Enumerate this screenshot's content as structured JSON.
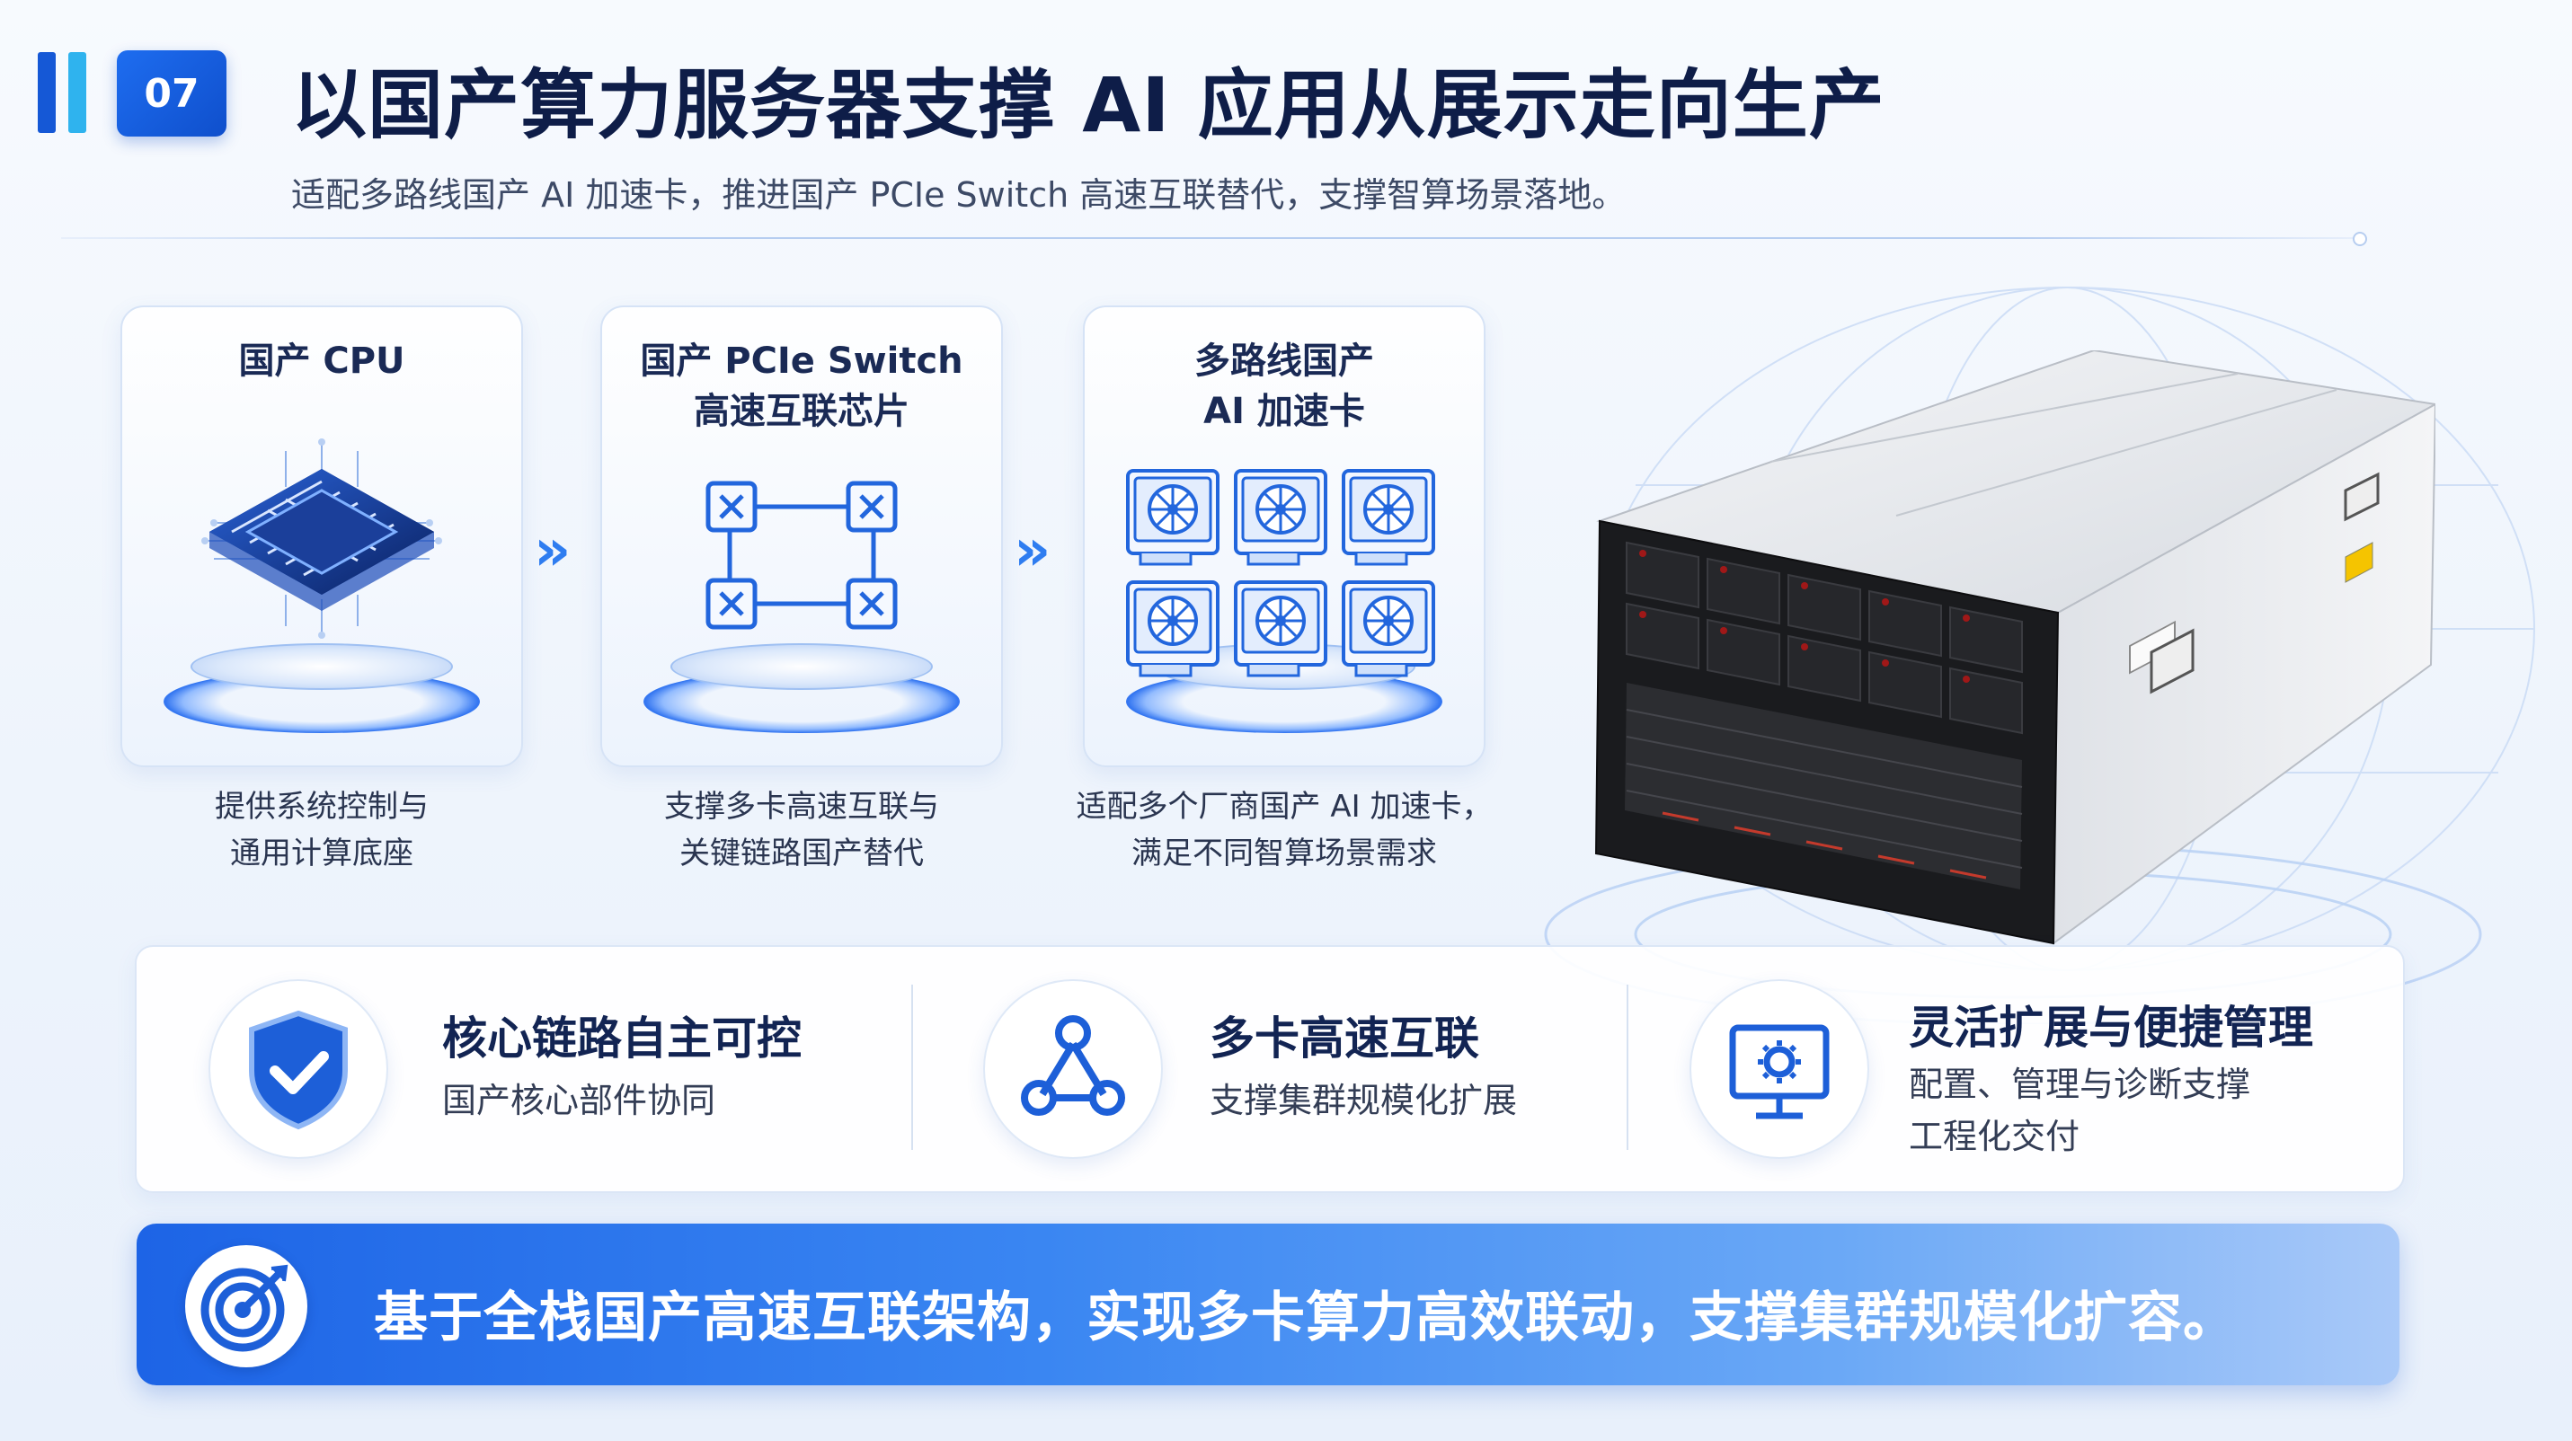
{
  "header": {
    "section_number": "07",
    "title": "以国产算力服务器支撑 AI 应用从展示走向生产",
    "subtitle": "适配多路线国产 AI 加速卡，推进国产 PCIe Switch 高速互联替代，支撑智算场景落地。"
  },
  "cards": [
    {
      "title": "国产 CPU",
      "icon": "cpu-chip-icon",
      "description": "提供系统控制与\n通用计算底座"
    },
    {
      "title": "国产 PCIe Switch\n高速互联芯片",
      "icon": "switch-topology-icon",
      "description": "支撑多卡高速互联与\n关键链路国产替代"
    },
    {
      "title": "多路线国产\nAI 加速卡",
      "icon": "accelerator-cards-icon",
      "description": "适配多个厂商国产 AI 加速卡，\n满足不同智算场景需求"
    }
  ],
  "flow_arrow_icon": "double-chevron-right-icon",
  "server_image": "rack-server-image",
  "features": [
    {
      "icon": "shield-check-icon",
      "title": "核心链路自主可控",
      "lines": [
        "国产核心部件协同"
      ]
    },
    {
      "icon": "network-nodes-icon",
      "title": "多卡高速互联",
      "lines": [
        "支撑集群规模化扩展"
      ]
    },
    {
      "icon": "monitor-gear-icon",
      "title": "灵活扩展与便捷管理",
      "lines": [
        "配置、管理与诊断支撑",
        "工程化交付"
      ]
    }
  ],
  "banner": {
    "icon": "target-arrow-icon",
    "text": "基于全栈国产高速互联架构，实现多卡算力高效联动，支撑集群规模化扩容。"
  },
  "colors": {
    "primary": "#1558d6",
    "accent": "#2fb3ee",
    "title": "#0e1d48",
    "banner_start": "#1d64e6",
    "banner_end": "#a9c9f8"
  }
}
